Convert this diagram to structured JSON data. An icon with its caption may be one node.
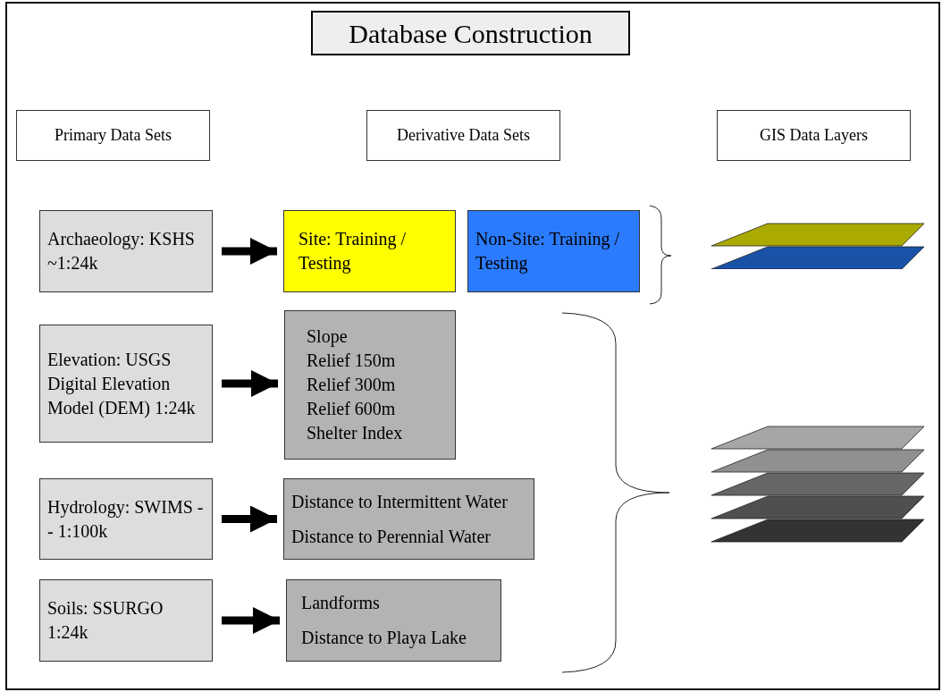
{
  "diagram": {
    "title": "Database Construction",
    "nodes": [
      {
        "text": [
          "Primary Data Sets"
        ]
      },
      {
        "text": [
          "Derivative Data Sets"
        ]
      },
      {
        "text": [
          "GIS Data Layers"
        ]
      },
      {
        "text": [
          "Archaeology: KSHS ~1:24k"
        ]
      },
      {
        "text": [
          "Site: Training / Testing"
        ]
      },
      {
        "text": [
          "Non-Site: Training / Testing"
        ]
      },
      {
        "text": [
          "Elevation: USGS Digital Elevation Model (DEM) 1:24k"
        ]
      },
      {
        "text": [
          "Slope",
          "Relief 150m",
          "Relief 300m",
          "Relief 600m",
          "Shelter Index"
        ]
      },
      {
        "text": [
          "Hydrology: SWIMS -- 1:100k"
        ]
      },
      {
        "text": [
          "Distance to Intermittent Water",
          "Distance to Perennial Water"
        ]
      },
      {
        "text": [
          "Soils: SSURGO 1:24k"
        ]
      },
      {
        "text": [
          "Landforms",
          "Distance to Playa Lake"
        ]
      },
      {
        "text": [],
        "shape": "picture"
      },
      {
        "text": [],
        "shape": "picture"
      }
    ],
    "edges": [
      {
        "from": 3,
        "to": 4,
        "arrow": "to"
      },
      {
        "from": 6,
        "to": 7,
        "arrow": "to"
      },
      {
        "from": 8,
        "to": 9,
        "arrow": "to"
      },
      {
        "from": 10,
        "to": 11,
        "arrow": "to"
      }
    ]
  }
}
